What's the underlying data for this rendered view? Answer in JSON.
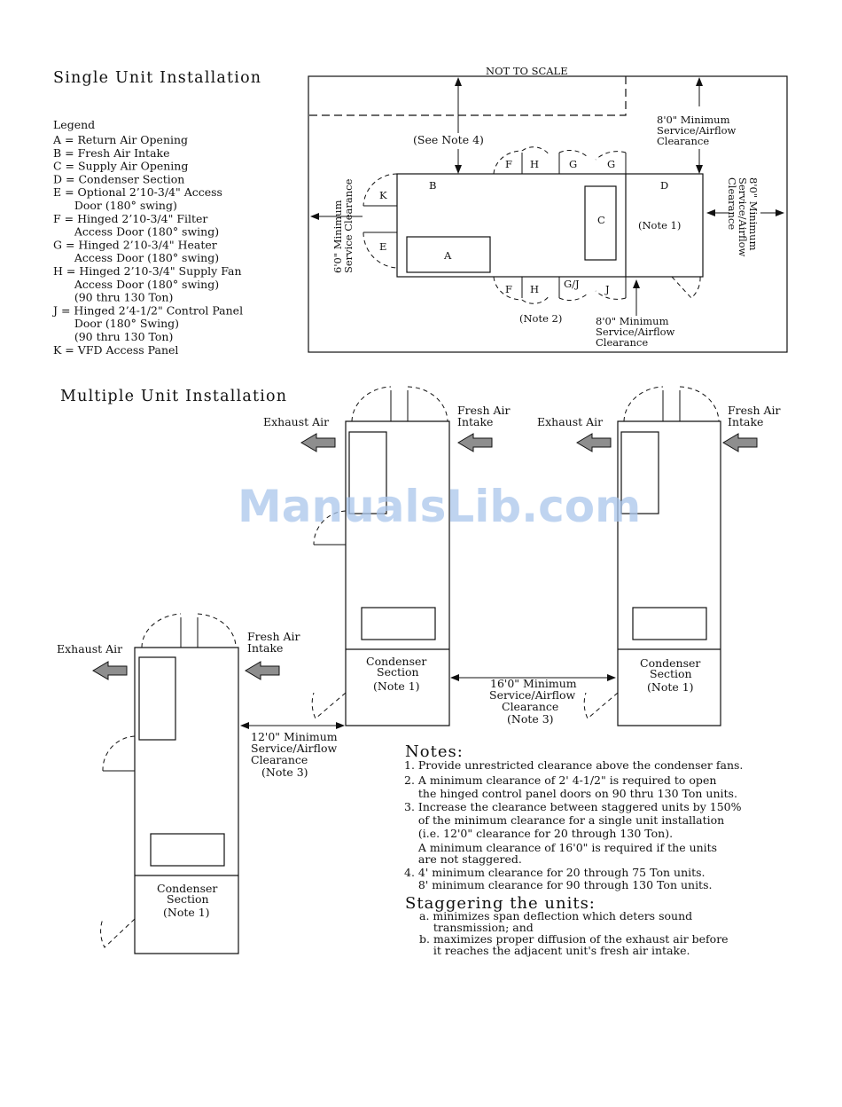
{
  "single": {
    "title": "Single Unit Installation",
    "not_to_scale": "NOT TO SCALE",
    "legend_title": "Legend",
    "legend": [
      "A = Return Air Opening",
      "B = Fresh Air Intake",
      "C = Supply Air Opening",
      "D = Condenser Section",
      "E = Optional 2’10-3/4\" Access",
      "      Door (180° swing)",
      "F = Hinged 2’10-3/4\" Filter",
      "      Access Door (180° swing)",
      "G = Hinged 2’10-3/4\" Heater",
      "      Access Door (180° swing)",
      "H = Hinged 2’10-3/4\" Supply Fan",
      "      Access Door (180° swing)",
      "      (90 thru 130 Ton)",
      "J = Hinged 2’4-1/2\" Control Panel",
      "      Door (180° Swing)",
      "      (90 thru 130 Ton)",
      "K = VFD Access Panel"
    ],
    "see_note4": "(See Note 4)",
    "top_clearance": [
      "8'0\" Minimum",
      "Service/Airflow",
      "Clearance"
    ],
    "left_clearance": [
      "6'0\" Minimum",
      "Service Clearance"
    ],
    "right_clearance": [
      "8'0\" Minimum",
      "Service/Airflow",
      "Clearance"
    ],
    "bottom_clearance": [
      "8'0\" Minimum",
      "Service/Airflow",
      "Clearance"
    ],
    "note1": "(Note 1)",
    "note2": "(Note 2)",
    "labels": {
      "A": "A",
      "B": "B",
      "C": "C",
      "D": "D",
      "E": "E",
      "F": "F",
      "G": "G",
      "H": "H",
      "J": "J",
      "K": "K",
      "GJ": "G/J"
    }
  },
  "multiple": {
    "title": "Multiple Unit Installation",
    "exhaust": "Exhaust Air",
    "fresh": [
      "Fresh Air",
      "Intake"
    ],
    "condenser": [
      "Condenser",
      "Section",
      "(Note 1)"
    ],
    "clear16": [
      "16'0\" Minimum",
      "Service/Airflow",
      "Clearance",
      "(Note 3)"
    ],
    "clear12": [
      "12'0\" Minimum",
      "Service/Airflow",
      "Clearance",
      "(Note 3)"
    ]
  },
  "notes": {
    "title": "Notes:",
    "items": [
      "1. Provide unrestricted clearance above the condenser fans.",
      "2. A minimum clearance of 2' 4-1/2\" is required to open",
      "    the hinged control panel doors on 90 thru 130 Ton units.",
      "3. Increase the clearance between staggered units by 150%",
      "    of the minimum clearance for a single unit installation",
      "    (i.e. 12'0\" clearance for 20 through 130 Ton).",
      "    A minimum clearance of 16'0\" is required if the units",
      "    are not staggered.",
      "4. 4' minimum clearance for 20 through 75 Ton units.",
      "    8' minimum clearance for 90 through 130 Ton units."
    ],
    "stagger_title": "Staggering the units:",
    "stagger_items": [
      "a. minimizes span deflection which deters sound",
      "    transmission; and",
      "b. maximizes proper diffusion of the exhaust air before",
      "    it reaches the adjacent unit's fresh air intake."
    ]
  },
  "watermark": "ManualsLib.com"
}
